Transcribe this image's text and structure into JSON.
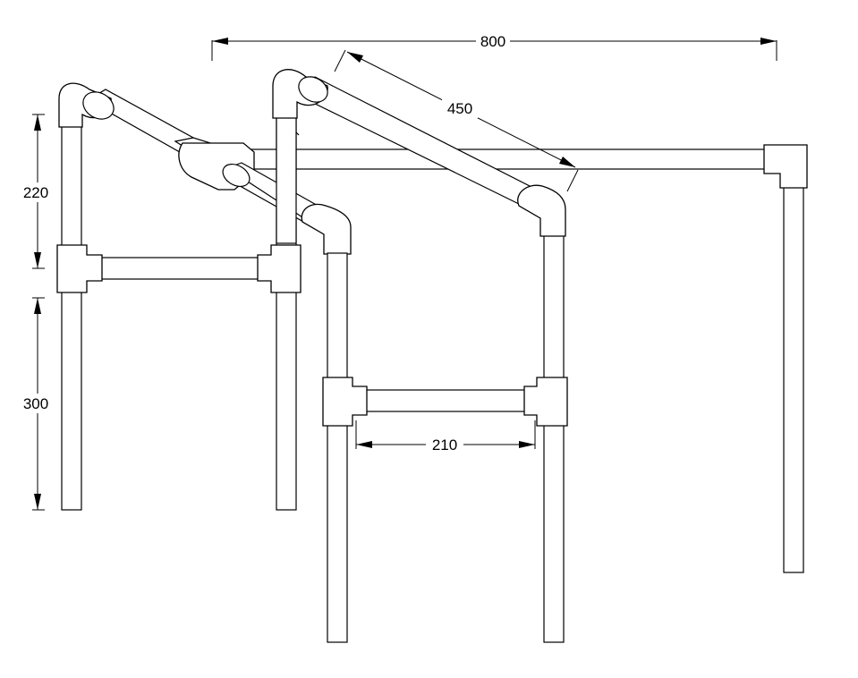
{
  "drawing": {
    "dimensions": {
      "overall_width": "800",
      "diagonal_length": "450",
      "upper_height": "220",
      "lower_height": "300",
      "rail_span": "210"
    }
  }
}
